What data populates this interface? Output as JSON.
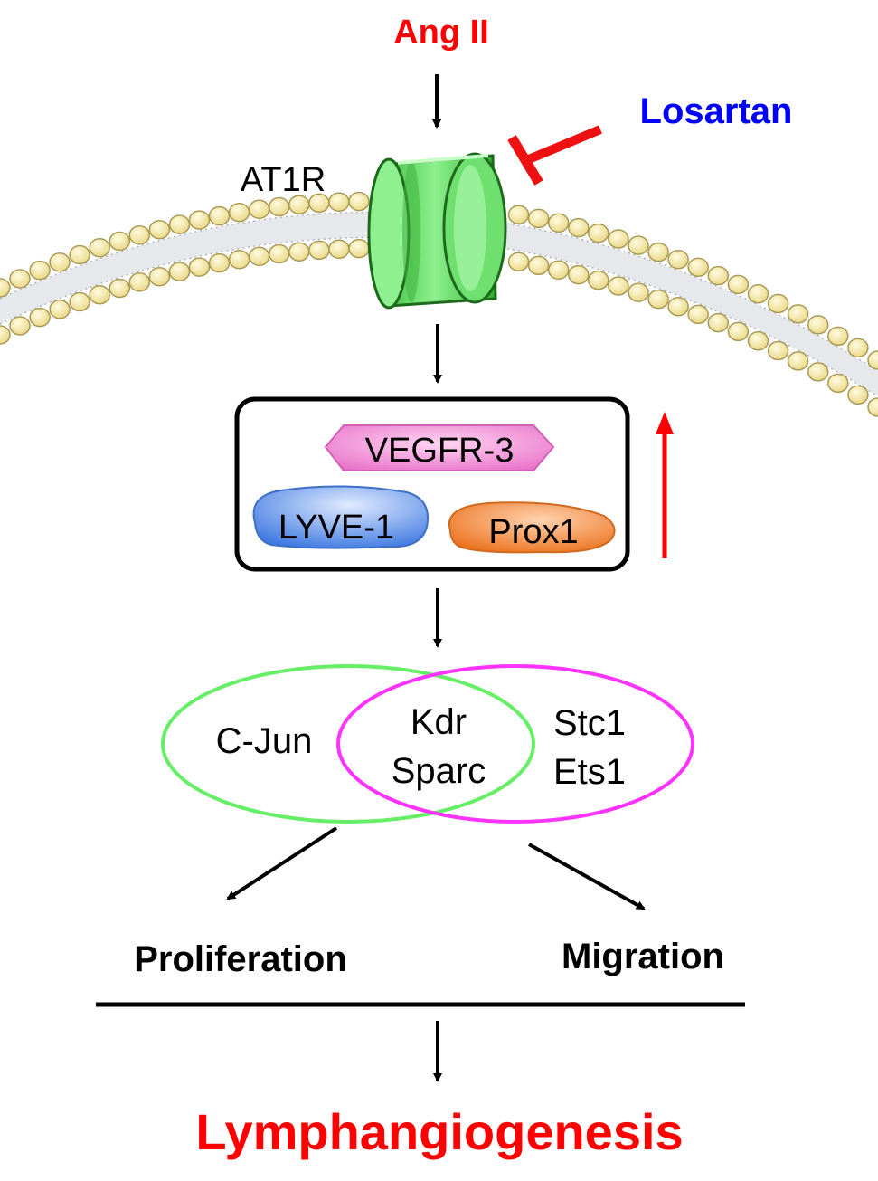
{
  "labels": {
    "ligand": "Ang II",
    "inhibitor": "Losartan",
    "receptor": "AT1R",
    "markers": [
      "VEGFR-3",
      "LYVE-1",
      "Prox1"
    ],
    "genes_left": "C-Jun",
    "genes_shared": [
      "Kdr",
      "Sparc"
    ],
    "genes_right": [
      "Stc1",
      "Ets1"
    ],
    "outcome_left": "Proliferation",
    "outcome_right": "Migration",
    "final": "Lymphangiogenesis"
  },
  "colors": {
    "emphasis_red": "#ff0000",
    "inhibitor_blue": "#0000ff",
    "receptor_green": "#5fe05f",
    "set_left_green": "#66ee66",
    "set_right_magenta": "#ff33ff",
    "vegfr3_pink": "#f28ad8",
    "lyve1_blue": "#5b8fe8",
    "prox1_orange": "#f08a3a",
    "membrane_head": "#f3e7a3"
  },
  "icons": {
    "receptor": "ion-channel-icon",
    "membrane": "lipid-bilayer-icon",
    "inhibit": "t-bar-inhibition-icon",
    "upregulation": "up-arrow-icon"
  }
}
